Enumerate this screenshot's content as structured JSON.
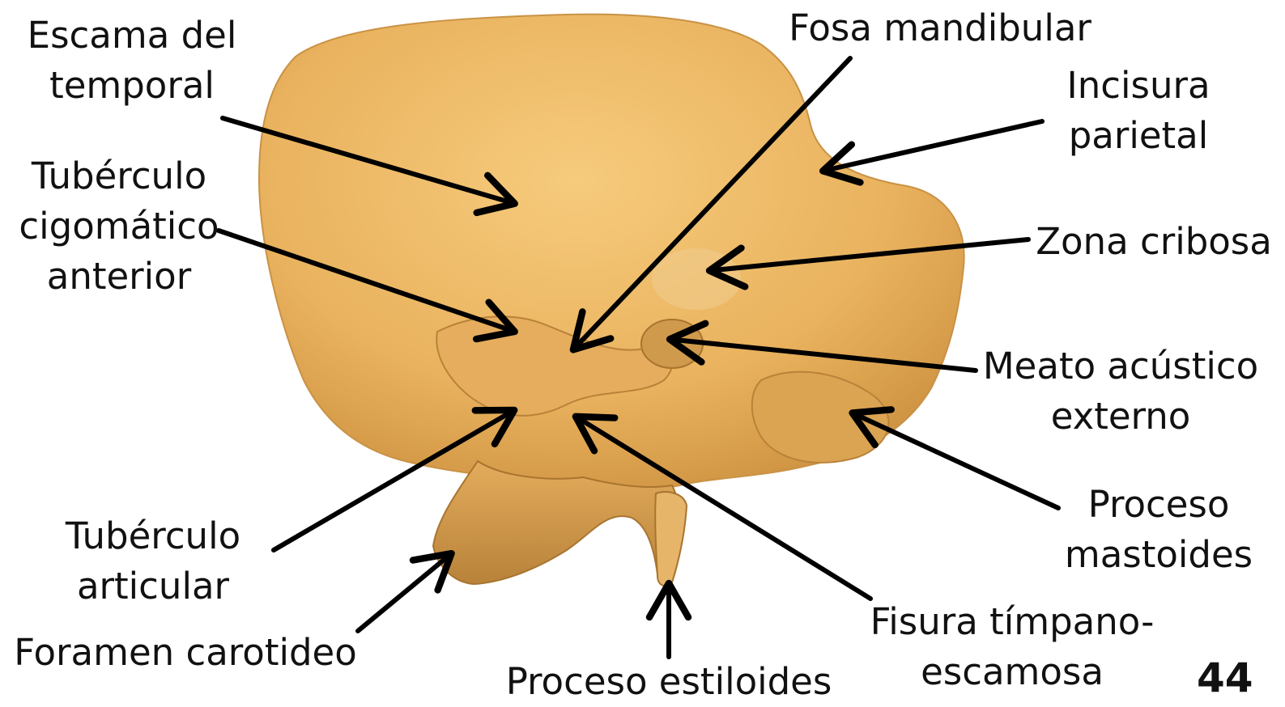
{
  "specimen": {
    "name": "temporal-bone-lateral-view",
    "bone_color": "#e8b25f",
    "shadow_color": "#b9802f"
  },
  "arrow_color": "#000000",
  "labels": {
    "escama": [
      "Escama del",
      "temporal"
    ],
    "tuberculo_cigomatico": [
      "Tubérculo",
      "cigomático",
      "anterior"
    ],
    "tuberculo_articular": [
      "Tubérculo",
      "articular"
    ],
    "foramen_carotideo": [
      "Foramen carotideo"
    ],
    "proceso_estiloides": [
      "Proceso estiloides"
    ],
    "fosa_mandibular": [
      "Fosa mandibular"
    ],
    "incisura_parietal": [
      "Incisura",
      "parietal"
    ],
    "zona_cribosa": [
      "Zona cribosa"
    ],
    "meato_acustico": [
      "Meato acústico",
      "externo"
    ],
    "proceso_mastoides": [
      "Proceso",
      "mastoides"
    ],
    "fisura_timpano": [
      "Fisura tímpano-",
      "escamosa"
    ]
  },
  "page_number": "44"
}
